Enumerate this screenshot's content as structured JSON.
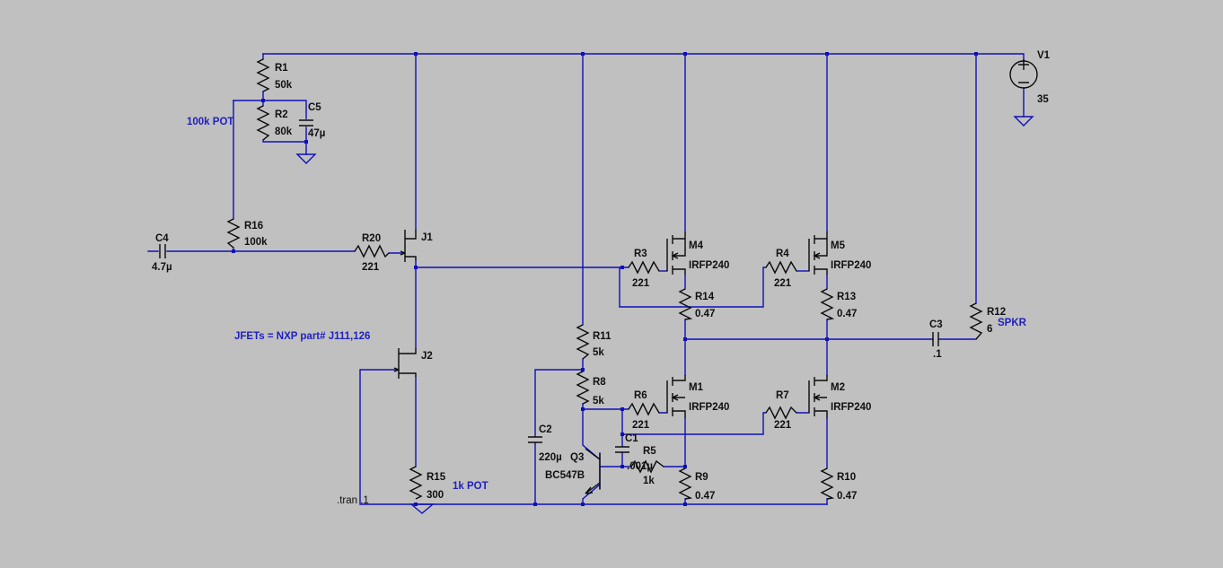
{
  "colors": {
    "background": "#c0c0c0",
    "wire": "#1010b8",
    "component": "#0a0a0a",
    "comment": "#2020c0"
  },
  "components": {
    "R1": {
      "name": "R1",
      "value": "50k"
    },
    "R2": {
      "name": "R2",
      "value": "80k"
    },
    "C5": {
      "name": "C5",
      "value": "47µ"
    },
    "R16": {
      "name": "R16",
      "value": "100k"
    },
    "C4": {
      "name": "C4",
      "value": "4.7µ"
    },
    "R20": {
      "name": "R20",
      "value": "221"
    },
    "J1": {
      "name": "J1"
    },
    "J2": {
      "name": "J2"
    },
    "R15": {
      "name": "R15",
      "value": "300"
    },
    "R11": {
      "name": "R11",
      "value": "5k"
    },
    "R8": {
      "name": "R8",
      "value": "5k"
    },
    "C2": {
      "name": "C2",
      "value": "220µ"
    },
    "Q3": {
      "name": "Q3",
      "value": "BC547B"
    },
    "C1": {
      "name": "C1",
      "value": ".001µ"
    },
    "R5": {
      "name": "R5",
      "value": "1k"
    },
    "R3": {
      "name": "R3",
      "value": "221"
    },
    "M4": {
      "name": "M4",
      "value": "IRFP240"
    },
    "R14": {
      "name": "R14",
      "value": "0.47"
    },
    "R4": {
      "name": "R4",
      "value": "221"
    },
    "M5": {
      "name": "M5",
      "value": "IRFP240"
    },
    "R13": {
      "name": "R13",
      "value": "0.47"
    },
    "R6": {
      "name": "R6",
      "value": "221"
    },
    "M1": {
      "name": "M1",
      "value": "IRFP240"
    },
    "R9": {
      "name": "R9",
      "value": "0.47"
    },
    "R7": {
      "name": "R7",
      "value": "221"
    },
    "M2": {
      "name": "M2",
      "value": "IRFP240"
    },
    "R10": {
      "name": "R10",
      "value": "0.47"
    },
    "C3": {
      "name": "C3",
      "value": ".1"
    },
    "R12": {
      "name": "R12",
      "value": "6"
    },
    "V1": {
      "name": "V1",
      "value": "35"
    }
  },
  "comments": {
    "pot_100k": "100k POT",
    "pot_1k": "1k POT",
    "jfet_note": "JFETs = NXP part#  J111,126",
    "speaker": "SPKR",
    "directive": ".tran .1"
  }
}
